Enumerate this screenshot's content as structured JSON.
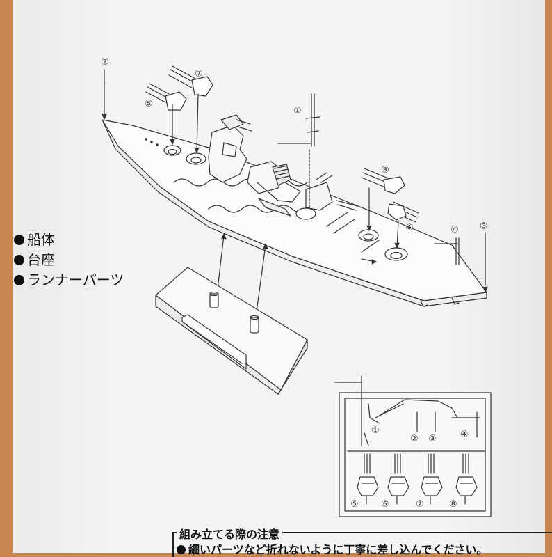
{
  "parts_list": [
    {
      "label": "船体"
    },
    {
      "label": "台座"
    },
    {
      "label": "ランナーパーツ"
    }
  ],
  "callouts": {
    "c1": "①",
    "c2": "②",
    "c3": "③",
    "c4": "④",
    "c5": "⑤",
    "c6": "⑥",
    "c7": "⑦",
    "c8": "⑧"
  },
  "runner_labels": {
    "r1": "①",
    "r2": "②",
    "r3": "③",
    "r4": "④",
    "r5": "⑤",
    "r6": "⑥",
    "r7": "⑦",
    "r8": "⑧"
  },
  "caution": {
    "title": "組み立てる際の注意",
    "text": "細いパーツなど折れないように丁寧に差し込んでください。"
  }
}
